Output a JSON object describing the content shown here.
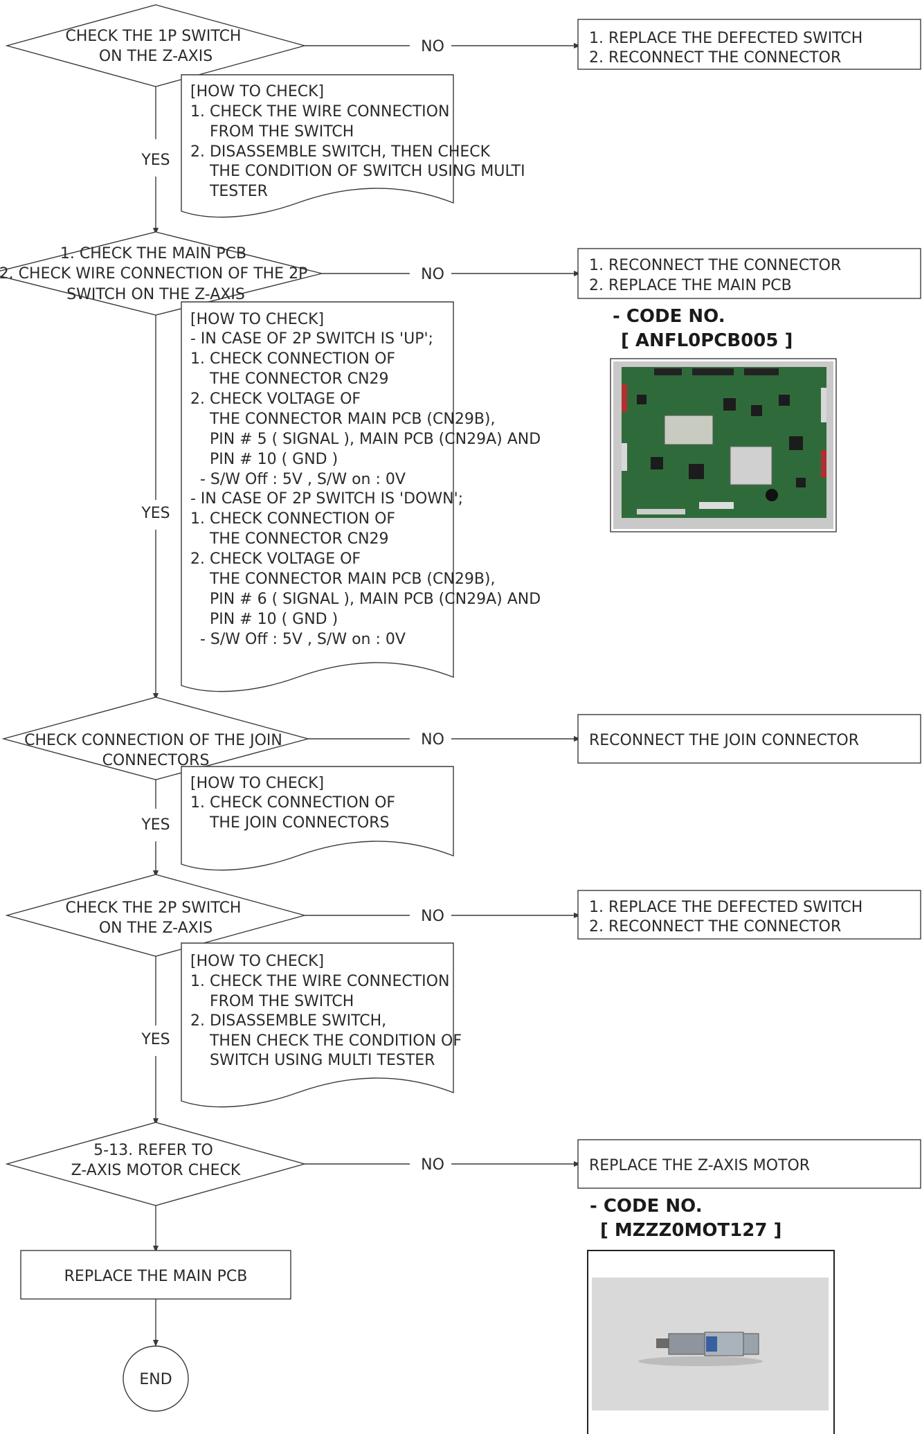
{
  "labels": {
    "no": "NO",
    "yes": "YES"
  },
  "steps": [
    {
      "decision": [
        "CHECK THE 1P SWITCH",
        "ON THE Z-AXIS"
      ],
      "action": [
        "1. REPLACE THE DEFECTED SWITCH",
        "2. RECONNECT THE CONNECTOR"
      ],
      "note": [
        "[HOW TO CHECK]",
        "1. CHECK THE WIRE CONNECTION",
        "    FROM THE SWITCH",
        "2. DISASSEMBLE SWITCH, THEN CHECK",
        "    THE CONDITION OF SWITCH USING MULTI",
        "    TESTER"
      ]
    },
    {
      "decision": [
        "1. CHECK THE MAIN PCB",
        "2. CHECK WIRE CONNECTION OF THE 2P",
        "SWITCH ON THE Z-AXIS"
      ],
      "action": [
        "1. RECONNECT THE CONNECTOR",
        "2. REPLACE THE MAIN PCB"
      ],
      "note": [
        "[HOW TO CHECK]",
        "- IN CASE OF 2P SWITCH IS 'UP';",
        "1. CHECK CONNECTION OF",
        "    THE CONNECTOR CN29",
        "2. CHECK VOLTAGE OF",
        "    THE CONNECTOR MAIN PCB (CN29B),",
        "    PIN # 5 ( SIGNAL ), MAIN PCB (CN29A) AND",
        "    PIN # 10 ( GND )",
        "  - S/W Off : 5V , S/W on : 0V",
        "- IN CASE OF 2P SWITCH IS 'DOWN';",
        "1. CHECK CONNECTION OF",
        "    THE CONNECTOR CN29",
        "2. CHECK VOLTAGE OF",
        "    THE CONNECTOR MAIN PCB (CN29B),",
        "    PIN # 6 ( SIGNAL ), MAIN PCB (CN29A) AND",
        "    PIN # 10 ( GND )",
        "  - S/W Off : 5V , S/W on : 0V"
      ],
      "code_label": "- CODE NO.",
      "code": "[ ANFL0PCB005 ]"
    },
    {
      "decision": [
        "CHECK CONNECTION OF THE JOIN",
        "CONNECTORS"
      ],
      "action": [
        "RECONNECT THE JOIN CONNECTOR"
      ],
      "note": [
        "[HOW TO CHECK]",
        "1. CHECK CONNECTION OF",
        "    THE JOIN CONNECTORS"
      ]
    },
    {
      "decision": [
        "CHECK THE 2P SWITCH",
        "ON THE Z-AXIS"
      ],
      "action": [
        "1. REPLACE THE DEFECTED SWITCH",
        "2. RECONNECT THE CONNECTOR"
      ],
      "note": [
        "[HOW TO CHECK]",
        "1. CHECK THE WIRE CONNECTION",
        "    FROM THE SWITCH",
        "2. DISASSEMBLE SWITCH,",
        "    THEN CHECK THE CONDITION OF",
        "    SWITCH USING MULTI TESTER"
      ]
    },
    {
      "decision": [
        "5-13. REFER TO",
        "Z-AXIS MOTOR CHECK"
      ],
      "action": [
        "REPLACE THE Z-AXIS MOTOR"
      ],
      "code_label": "- CODE NO.",
      "code": "[ MZZZ0MOT127 ]"
    }
  ],
  "final_box": "REPLACE THE MAIN PCB",
  "terminal": "END",
  "colors": {
    "line": "#3a3a3a",
    "text": "#2a2a2a",
    "pcb_green": "#2f6b3a",
    "photo_bg": "#c9c9c9"
  }
}
